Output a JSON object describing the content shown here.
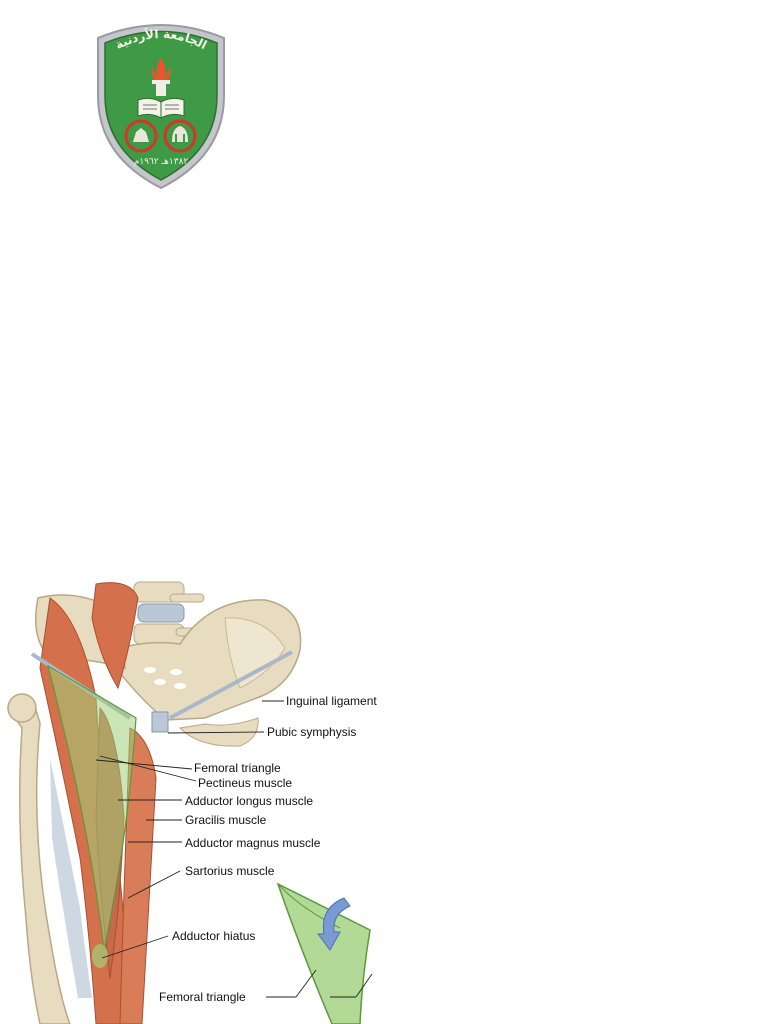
{
  "logo": {
    "name": "university-of-jordan-seal",
    "arc_text": "الجامعة الأردنية",
    "date_text": "١٣٨٢هـ ١٩٦٢م",
    "colors": {
      "shield": "#3f9a45",
      "rim": "#b9b9c0",
      "ring": "#d4352b",
      "flame": "#e8552f",
      "text": "#f3f3e8"
    }
  },
  "figure": {
    "name": "femoral-triangle-anatomy-illustration",
    "labels": {
      "inguinal_ligament": "Inguinal ligament",
      "pubic_symphysis": "Pubic symphysis",
      "femoral_triangle": "Femoral triangle",
      "pectineus_muscle": "Pectineus muscle",
      "adductor_longus_muscle": "Adductor longus muscle",
      "gracilis_muscle": "Gracilis muscle",
      "adductor_magnus_muscle": "Adductor magnus muscle",
      "sartorius_muscle": "Sartorius muscle",
      "adductor_hiatus": "Adductor hiatus",
      "femoral_triangle_inset": "Femoral triangle"
    },
    "colors": {
      "bone": "#e8dcc0",
      "muscle": "#d4714c",
      "triangle": "#9fd07a",
      "ligament": "#a9b8c9",
      "arrow": "#7a9ad6"
    }
  }
}
